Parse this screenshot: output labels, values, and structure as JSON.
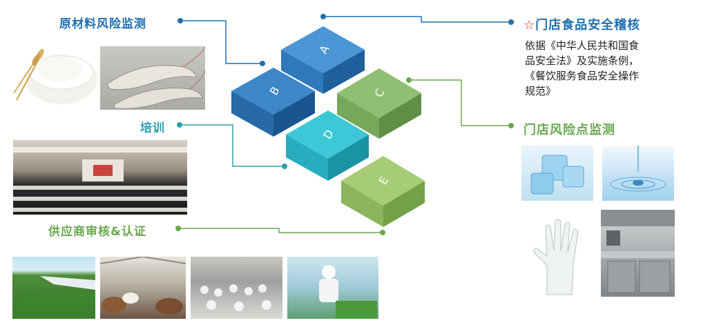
{
  "left_labels": {
    "raw_material": "原材料风险监测",
    "training": "培训",
    "supplier": "供应商审核&认证"
  },
  "right": {
    "star": "☆",
    "title": "门店食品安全稽核",
    "desc_lines": [
      "依据《中华人民共和国食",
      "品安全法》及实施条例，",
      "《餐饮服务食品安全操作",
      "规范》"
    ],
    "risk_title": "门店风险点监测"
  },
  "blocks": {
    "a": "A",
    "b": "B",
    "c": "C",
    "d": "D",
    "e": "E"
  },
  "colors": {
    "blue_dark": "#2a6fb4",
    "blue_light": "#4b97d6",
    "green": "#8fbf72",
    "teal": "#3dc8d8",
    "lime": "#9cc56c",
    "line_blue": "#1f6fae",
    "line_teal": "#2a9fb0",
    "line_green": "#6aa84f"
  },
  "photos": {
    "flour": "flour-wheat",
    "shrimp": "shrimp",
    "training_room": "conference-hall",
    "farm": "vegetable-field",
    "cattle": "cattle-barn",
    "factory": "processing-line",
    "worker": "worker-vegetables",
    "ice": "ice-cubes",
    "water": "water-drop",
    "glove": "glove-hand",
    "kitchen": "steel-kitchen"
  }
}
